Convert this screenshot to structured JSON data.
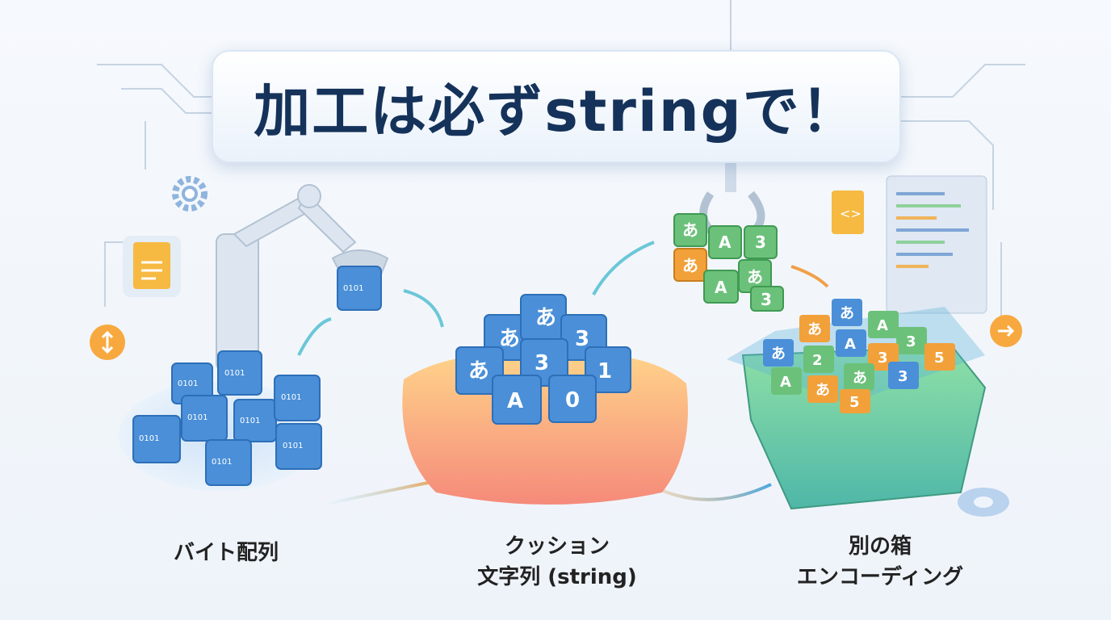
{
  "title": "加工は必ずstringで！",
  "steps": [
    {
      "label_lines": [
        "バイト配列"
      ]
    },
    {
      "label_lines": [
        "クッション",
        "文字列 (string)"
      ]
    },
    {
      "label_lines": [
        "別の箱",
        "エンコーディング"
      ]
    }
  ],
  "cube_glyphs": {
    "hiragana": "あ",
    "letter": "A",
    "digit3": "3",
    "digit1": "1",
    "digit0": "0",
    "binary": "0101"
  },
  "colors": {
    "title": "#15325a",
    "cube_blue": "#4a90d9",
    "cube_green": "#6cc17a",
    "cube_orange": "#f2a03a",
    "cushion": "#f7a47a",
    "box": "#6ccf9a"
  }
}
